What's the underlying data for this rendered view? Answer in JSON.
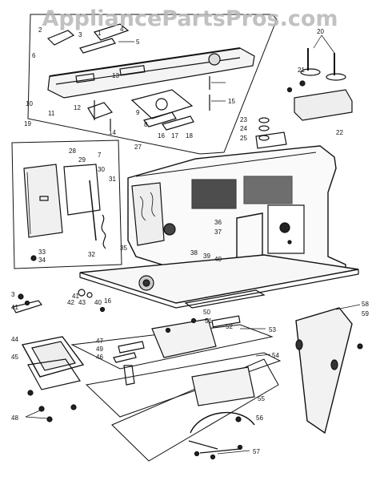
{
  "watermark": "AppliancePartsPros.com",
  "colors": {
    "ink": "#111111",
    "paper": "#ffffff",
    "watermark": "#b7b7b7"
  },
  "callouts": [
    {
      "id": "c1",
      "text": "1"
    },
    {
      "id": "c2",
      "text": "2"
    },
    {
      "id": "c3",
      "text": "3"
    },
    {
      "id": "c4",
      "text": "4"
    },
    {
      "id": "c5",
      "text": "5"
    },
    {
      "id": "c6",
      "text": "6"
    },
    {
      "id": "c7",
      "text": "7"
    },
    {
      "id": "c8",
      "text": "8"
    },
    {
      "id": "c9",
      "text": "9"
    },
    {
      "id": "c10",
      "text": "10"
    },
    {
      "id": "c11",
      "text": "11"
    },
    {
      "id": "c12",
      "text": "12"
    },
    {
      "id": "c13",
      "text": "13"
    },
    {
      "id": "c14",
      "text": "14"
    },
    {
      "id": "c15",
      "text": "15"
    },
    {
      "id": "c16",
      "text": "16"
    },
    {
      "id": "c17",
      "text": "17"
    },
    {
      "id": "c18",
      "text": "18"
    },
    {
      "id": "c19",
      "text": "19"
    },
    {
      "id": "c20",
      "text": "20"
    },
    {
      "id": "c21",
      "text": "21"
    },
    {
      "id": "c22",
      "text": "22"
    },
    {
      "id": "c23",
      "text": "23"
    },
    {
      "id": "c24",
      "text": "24"
    },
    {
      "id": "c25",
      "text": "25"
    },
    {
      "id": "c27",
      "text": "27"
    },
    {
      "id": "c28",
      "text": "28"
    },
    {
      "id": "c29",
      "text": "29"
    },
    {
      "id": "c30",
      "text": "30"
    },
    {
      "id": "c31",
      "text": "31"
    },
    {
      "id": "c32",
      "text": "32"
    },
    {
      "id": "c33",
      "text": "33"
    },
    {
      "id": "c34",
      "text": "34"
    },
    {
      "id": "c35",
      "text": "35"
    },
    {
      "id": "c36",
      "text": "36"
    },
    {
      "id": "c37",
      "text": "37"
    },
    {
      "id": "c38",
      "text": "38"
    },
    {
      "id": "c39",
      "text": "39"
    },
    {
      "id": "c40",
      "text": "40"
    },
    {
      "id": "c40b",
      "text": "40"
    },
    {
      "id": "c41",
      "text": "41"
    },
    {
      "id": "c42",
      "text": "42"
    },
    {
      "id": "c43",
      "text": "43"
    },
    {
      "id": "c44",
      "text": "44"
    },
    {
      "id": "c45",
      "text": "45"
    },
    {
      "id": "c46",
      "text": "46"
    },
    {
      "id": "c47",
      "text": "47"
    },
    {
      "id": "c48",
      "text": "48"
    },
    {
      "id": "c49",
      "text": "49"
    },
    {
      "id": "c50",
      "text": "50"
    },
    {
      "id": "c51",
      "text": "51"
    },
    {
      "id": "c52",
      "text": "52"
    },
    {
      "id": "c53",
      "text": "53"
    },
    {
      "id": "c54",
      "text": "54"
    },
    {
      "id": "c55",
      "text": "55"
    },
    {
      "id": "c56",
      "text": "56"
    },
    {
      "id": "c57",
      "text": "57"
    },
    {
      "id": "c58",
      "text": "58"
    },
    {
      "id": "c59",
      "text": "59"
    },
    {
      "id": "c16b",
      "text": "16"
    },
    {
      "id": "c3b",
      "text": "3"
    },
    {
      "id": "c41b",
      "text": "41"
    }
  ]
}
